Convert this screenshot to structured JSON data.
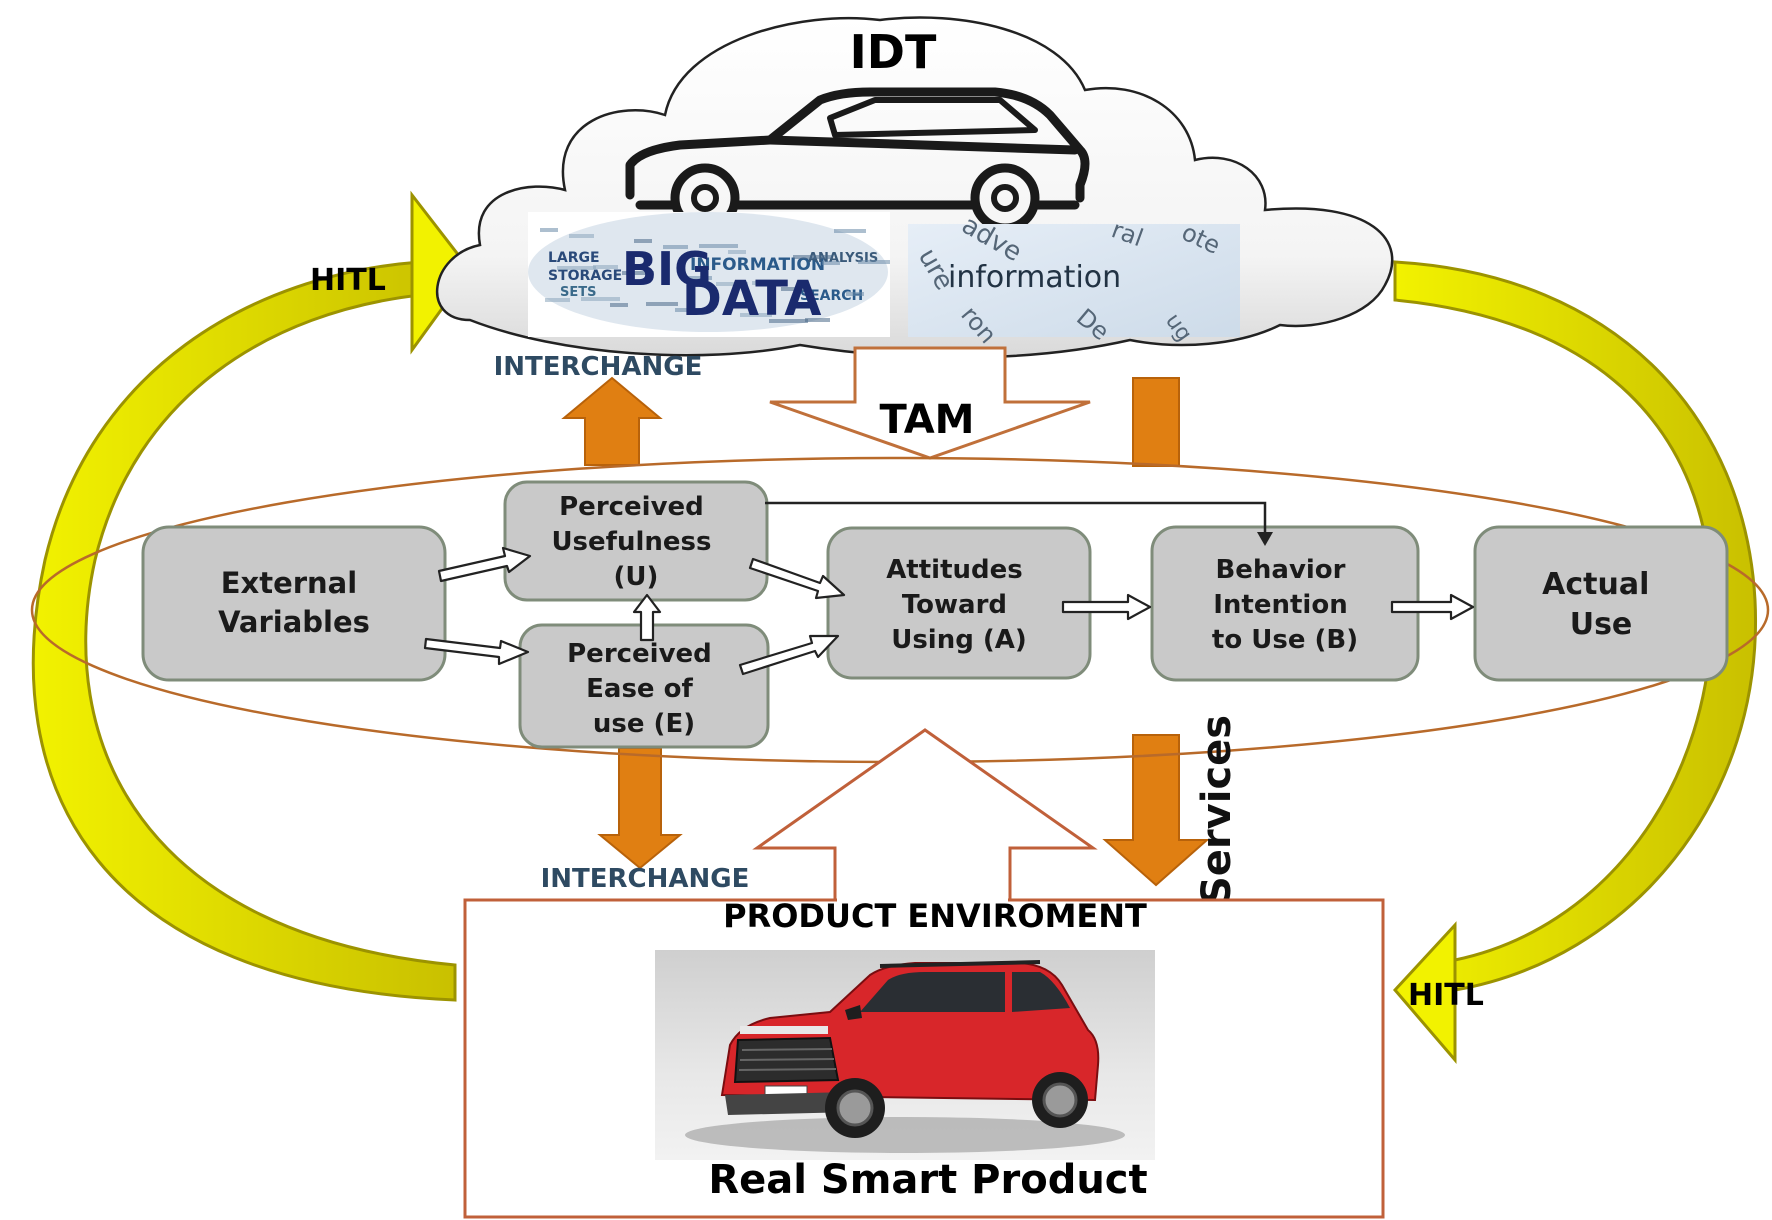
{
  "cloud": {
    "title": "IDT"
  },
  "bigdata": {
    "words": [
      "LARGE",
      "STORAGE",
      "SETS",
      "INFORMATION",
      "ANALYSIS",
      "SEARCH"
    ],
    "big": "BIG",
    "data": "DATA"
  },
  "info_image": {
    "word": "information"
  },
  "tam_label": "TAM",
  "interchange_top": "INTERCHANGE",
  "interchange_bottom": "INTERCHANGE",
  "services_label": "Services",
  "hitl_left": "HITL",
  "hitl_right": "HITL",
  "boxes": {
    "external": [
      "External",
      "Variables"
    ],
    "usefulness": [
      "Perceived",
      "Usefulness",
      "(U)"
    ],
    "ease": [
      "Perceived",
      "Ease of",
      "use (E)"
    ],
    "attitudes": [
      "Attitudes",
      "Toward",
      "Using (A)"
    ],
    "behavior": [
      "Behavior",
      "Intention",
      "to Use (B)"
    ],
    "actual": [
      "Actual",
      "Use"
    ]
  },
  "product": {
    "title": "PRODUCT ENVIROMENT",
    "caption": "Real Smart Product"
  },
  "colors": {
    "orange": "#E07F12",
    "yellow": "#F2F200",
    "yellow_dark": "#B8B000",
    "box_fill": "#C9C9C9",
    "box_stroke": "#7F8C7A",
    "ellipse": "#B86A2A",
    "interchange_text": "#2E4A62",
    "product_border": "#C0603A",
    "car_red": "#D8262A"
  }
}
